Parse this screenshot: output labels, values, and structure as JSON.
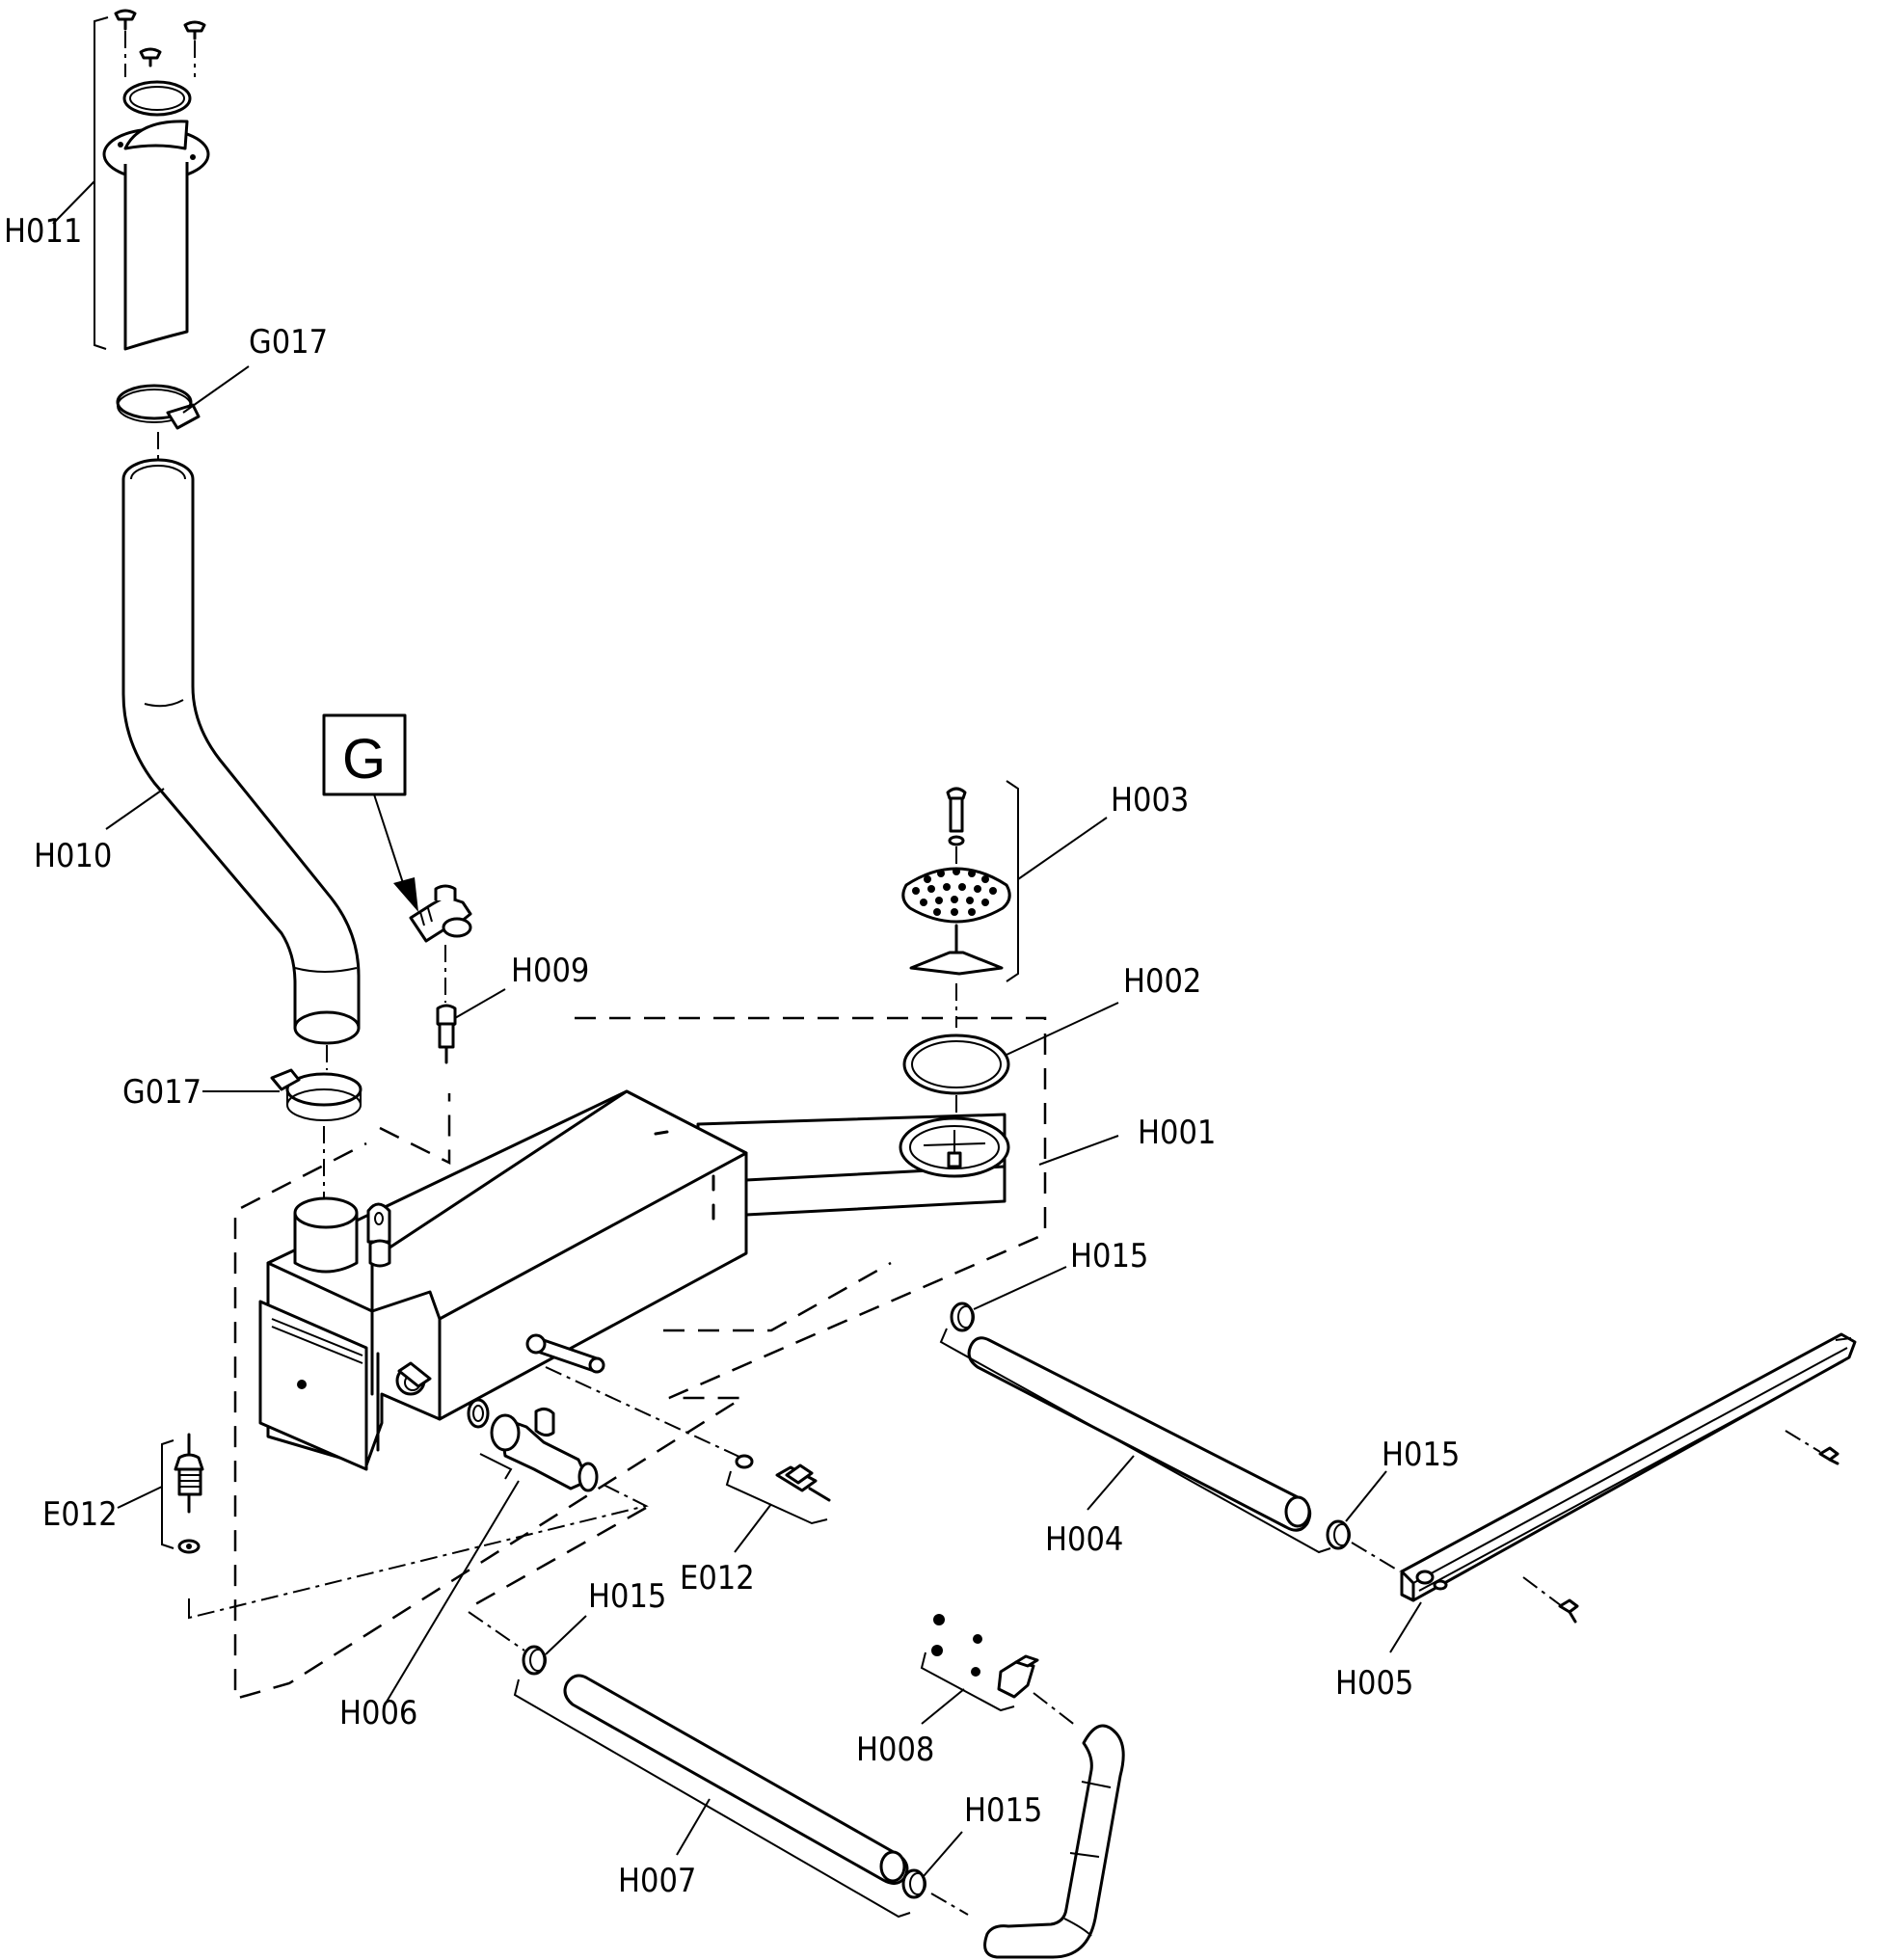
{
  "section_code": "G",
  "labels": {
    "H011": "H011",
    "G017_top": "G017",
    "H010": "H010",
    "G017_bottom": "G017",
    "H009": "H009",
    "H003": "H003",
    "H002": "H002",
    "H001": "H001",
    "H015_a": "H015",
    "H015_b": "H015",
    "H015_c": "H015",
    "H015_d": "H015",
    "H004": "H004",
    "H005": "H005",
    "E012_left": "E012",
    "E012_right": "E012",
    "H006": "H006",
    "H007": "H007",
    "H008": "H008"
  }
}
